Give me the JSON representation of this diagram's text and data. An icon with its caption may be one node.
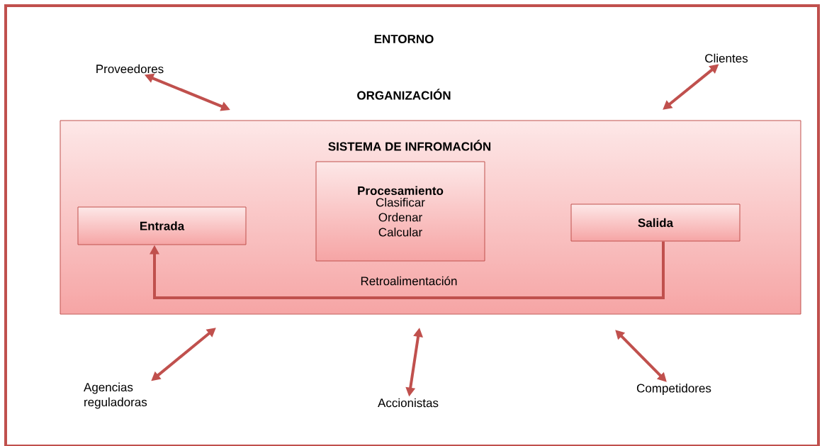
{
  "diagram": {
    "nodes": [
      {
        "text": [
          "ENTORNO"
        ]
      },
      {
        "text": [
          "Proveedores"
        ],
        "in": 0
      },
      {
        "text": [
          "Clientes"
        ],
        "in": 0
      },
      {
        "text": [
          "SISTEMA DE INFROMACIÓN"
        ],
        "in": 0
      },
      {
        "text": [
          "Entrada"
        ],
        "in": 3
      },
      {
        "text": [
          "Procesamiento",
          "Clasificar Ordenar Calcular"
        ],
        "in": 3
      },
      {
        "text": [
          "Salida"
        ],
        "in": 3
      },
      {
        "text": [
          "Agencias reguladoras"
        ],
        "in": 0
      },
      {
        "text": [
          "Accionistas"
        ],
        "in": 0
      },
      {
        "text": [
          "Competidores"
        ],
        "in": 0
      }
    ],
    "edges": [
      {
        "from": 1,
        "to": null,
        "arrow": "both"
      },
      {
        "from": 2,
        "to": null,
        "arrow": "both"
      },
      {
        "from": 6,
        "to": 4,
        "arrow": "to",
        "label": "Retroalimentación"
      },
      {
        "from": 7,
        "to": null,
        "arrow": "both"
      },
      {
        "from": 8,
        "to": null,
        "arrow": "both"
      },
      {
        "from": 9,
        "to": null,
        "arrow": "both"
      }
    ],
    "labels": [
      "ORGANIZACIÓN"
    ]
  }
}
